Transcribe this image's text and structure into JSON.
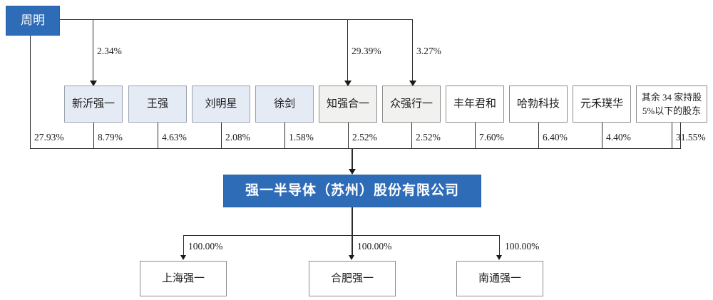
{
  "diagram": {
    "title_owner": "周明",
    "company": "强一半导体（苏州）股份有限公司",
    "top_holdings": [
      {
        "label": "2.34%",
        "target": "新沂强一"
      },
      {
        "label": "29.39%",
        "target": "知强合一"
      },
      {
        "label": "3.27%",
        "target": "众强行一"
      }
    ],
    "shareholders": [
      {
        "name": "新沂强一",
        "pct": "8.79%",
        "style": "lightblue",
        "lines": [
          "新沂强一"
        ]
      },
      {
        "name": "王强",
        "pct": "4.63%",
        "style": "lightblue",
        "lines": [
          "王强"
        ]
      },
      {
        "name": "刘明星",
        "pct": "2.08%",
        "style": "lightblue",
        "lines": [
          "刘明星"
        ]
      },
      {
        "name": "徐剑",
        "pct": "1.58%",
        "style": "lightblue",
        "lines": [
          "徐剑"
        ]
      },
      {
        "name": "知强合一",
        "pct": "2.52%",
        "style": "gray",
        "lines": [
          "知强合一"
        ]
      },
      {
        "name": "众强行一",
        "pct": "2.52%",
        "style": "gray",
        "lines": [
          "众强行一"
        ]
      },
      {
        "name": "丰年君和",
        "pct": "7.60%",
        "style": "white",
        "lines": [
          "丰年君和"
        ]
      },
      {
        "name": "哈勃科技",
        "pct": "6.40%",
        "style": "white",
        "lines": [
          "哈勃科技"
        ]
      },
      {
        "name": "元禾璞华",
        "pct": "4.40%",
        "style": "white",
        "lines": [
          "元禾璞华"
        ]
      },
      {
        "name": "其余34家持股5%以下的股东",
        "pct": "31.55%",
        "style": "white",
        "lines": [
          "其余 34 家持股",
          "5%以下的股东"
        ]
      }
    ],
    "direct_pct": "27.93%",
    "subsidiaries": [
      {
        "name": "上海强一",
        "pct": "100.00%"
      },
      {
        "name": "合肥强一",
        "pct": "100.00%"
      },
      {
        "name": "南通强一",
        "pct": "100.00%"
      }
    ],
    "colors": {
      "accent_blue": "#2e6cb8",
      "light_blue": "#e4ebf5",
      "light_gray": "#f1f1ef",
      "line": "#2b2b2b"
    }
  }
}
